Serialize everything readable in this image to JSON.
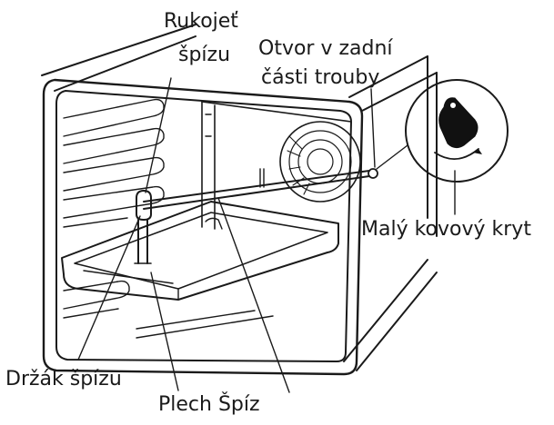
{
  "labels": {
    "handle_line1": "Rukojeť",
    "handle_line2": "špízu",
    "hole_line1": "Otvor v zadní",
    "hole_line2": "části trouby",
    "cover": "Malý kovový kryt",
    "holder": "Držák špízu",
    "tray_spit": "Plech Špíz"
  }
}
